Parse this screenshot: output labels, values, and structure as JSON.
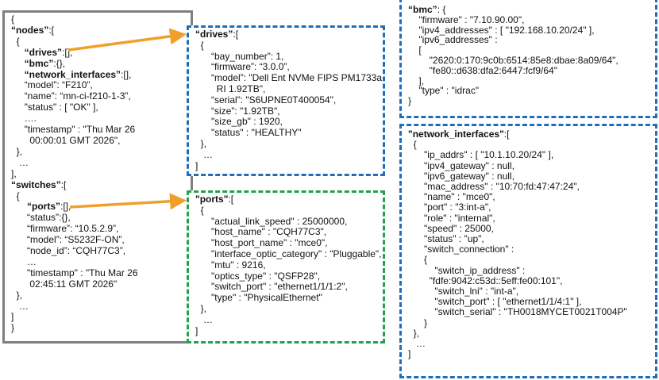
{
  "colors": {
    "arrow": "#f0a02a",
    "root_border": "#7f7f7f",
    "blue_border": "#1f6fb8",
    "green_border": "#22a24a"
  },
  "root": [
    {
      "pre": "",
      "key": "",
      "rest": "{"
    },
    {
      "pre": "",
      "key": "“nodes”",
      "rest": ":["
    },
    {
      "pre": "  ",
      "key": "",
      "rest": "{"
    },
    {
      "pre": "     ",
      "key": "“drives”",
      "rest": ":[],"
    },
    {
      "pre": "     ",
      "key": "“bmc”",
      "rest": ":{},"
    },
    {
      "pre": "     ",
      "key": "“network_interfaces”",
      "rest": ":[],"
    },
    {
      "pre": "     ",
      "key": "",
      "rest": "“model”: “F210”,"
    },
    {
      "pre": "     ",
      "key": "",
      "rest": "“name”: “mn-ci-f210-1-3”,"
    },
    {
      "pre": "     ",
      "key": "",
      "rest": "\"status\" : [ \"OK\" ],"
    },
    {
      "pre": "     ",
      "key": "",
      "rest": "…."
    },
    {
      "pre": "     ",
      "key": "",
      "rest": "\"timestamp\" : \"Thu Mar 26"
    },
    {
      "pre": "       ",
      "key": "",
      "rest": "00:00:01 GMT 2026\","
    },
    {
      "pre": "  ",
      "key": "",
      "rest": "},"
    },
    {
      "pre": "   ",
      "key": "",
      "rest": "…"
    },
    {
      "pre": "",
      "key": "",
      "rest": "],"
    },
    {
      "pre": "",
      "key": "“switches”",
      "rest": ":["
    },
    {
      "pre": "  ",
      "key": "",
      "rest": "{"
    },
    {
      "pre": "      ",
      "key": "“ports”",
      "rest": ":[],"
    },
    {
      "pre": "      ",
      "key": "",
      "rest": "“status”:{},"
    },
    {
      "pre": "      ",
      "key": "",
      "rest": "“firmware”: “10.5.2.9”,"
    },
    {
      "pre": "      ",
      "key": "",
      "rest": "“model”: “S5232F-ON”,"
    },
    {
      "pre": "      ",
      "key": "",
      "rest": "“node_id”: “CQH77C3”,"
    },
    {
      "pre": "      ",
      "key": "",
      "rest": "…"
    },
    {
      "pre": "      ",
      "key": "",
      "rest": "\"timestamp\" : \"Thu Mar 26"
    },
    {
      "pre": "       ",
      "key": "",
      "rest": "02:45:11 GMT 2026\""
    },
    {
      "pre": "  ",
      "key": "",
      "rest": "},"
    },
    {
      "pre": "   ",
      "key": "",
      "rest": "…"
    },
    {
      "pre": "",
      "key": "",
      "rest": "]"
    },
    {
      "pre": "",
      "key": "",
      "rest": "}"
    }
  ],
  "drives": [
    {
      "pre": "",
      "key": "“drives”",
      "rest": ":["
    },
    {
      "pre": "  ",
      "key": "",
      "rest": "{"
    },
    {
      "pre": "      ",
      "key": "",
      "rest": "“bay_number”: 1,"
    },
    {
      "pre": "      ",
      "key": "",
      "rest": "“firmware”: “3.0.0”,"
    },
    {
      "pre": "      ",
      "key": "",
      "rest": "“model”: \"Dell Ent NVMe FIPS PM1733a"
    },
    {
      "pre": "        ",
      "key": "",
      "rest": "RI 1.92TB\","
    },
    {
      "pre": "      ",
      "key": "",
      "rest": "“serial”: \"S6UPNE0T400054\","
    },
    {
      "pre": "      ",
      "key": "",
      "rest": "“size”: \"1.92TB\","
    },
    {
      "pre": "      ",
      "key": "",
      "rest": "\"size_gb\" : 1920,"
    },
    {
      "pre": "      ",
      "key": "",
      "rest": "\"status\" : \"HEALTHY\""
    },
    {
      "pre": "  ",
      "key": "",
      "rest": "},"
    },
    {
      "pre": "   ",
      "key": "",
      "rest": "…"
    },
    {
      "pre": "",
      "key": "",
      "rest": "]"
    }
  ],
  "ports": [
    {
      "pre": "",
      "key": "\"ports\"",
      "rest": ":["
    },
    {
      "pre": "  ",
      "key": "",
      "rest": "{"
    },
    {
      "pre": "      ",
      "key": "",
      "rest": "\"actual_link_speed\" : 25000000,"
    },
    {
      "pre": "      ",
      "key": "",
      "rest": "\"host_name\" : \"CQH77C3\","
    },
    {
      "pre": "      ",
      "key": "",
      "rest": "\"host_port_name\" : \"mce0\","
    },
    {
      "pre": "      ",
      "key": "",
      "rest": "\"interface_optic_category\" : \"Pluggable\","
    },
    {
      "pre": "      ",
      "key": "",
      "rest": "\"mtu\" : 9216,"
    },
    {
      "pre": "      ",
      "key": "",
      "rest": "\"optics_type\" : \"QSFP28\","
    },
    {
      "pre": "      ",
      "key": "",
      "rest": "\"switch_port\" : \"ethernet1/1/1:2\","
    },
    {
      "pre": "      ",
      "key": "",
      "rest": "\"type\" : \"PhysicalEthernet\""
    },
    {
      "pre": "  ",
      "key": "",
      "rest": "},"
    },
    {
      "pre": "   ",
      "key": "",
      "rest": "…"
    },
    {
      "pre": "",
      "key": "",
      "rest": "]"
    }
  ],
  "bmc": [
    {
      "pre": "",
      "key": "“bmc”",
      "rest": ": {"
    },
    {
      "pre": "    ",
      "key": "",
      "rest": "\"firmware\" : \"7.10.90.00\","
    },
    {
      "pre": "    ",
      "key": "",
      "rest": "\"ipv4_addresses\" : [ \"192.168.10.20/24\" ],"
    },
    {
      "pre": "    ",
      "key": "",
      "rest": "\"ipv6_addresses\" :"
    },
    {
      "pre": "    ",
      "key": "",
      "rest": "["
    },
    {
      "pre": "        ",
      "key": "",
      "rest": "\"2620:0:170:9c0b:6514:85e8:dbae:8a09/64\","
    },
    {
      "pre": "        ",
      "key": "",
      "rest": "\"fe80::d638:dfa2:6447:fcf9/64\""
    },
    {
      "pre": "    ",
      "key": "",
      "rest": "],"
    },
    {
      "pre": "    ",
      "key": "",
      "rest": "\"type\" : \"idrac\""
    },
    {
      "pre": "",
      "key": "",
      "rest": "}"
    }
  ],
  "network_interfaces": [
    {
      "pre": "",
      "key": "\"network_interfaces\"",
      "rest": ":["
    },
    {
      "pre": "  ",
      "key": "",
      "rest": "{"
    },
    {
      "pre": "      ",
      "key": "",
      "rest": "\"ip_addrs\" : [ \"10.1.10.20/24\" ],"
    },
    {
      "pre": "      ",
      "key": "",
      "rest": "\"ipv4_gateway\" : null,"
    },
    {
      "pre": "      ",
      "key": "",
      "rest": "\"ipv6_gateway\" : null,"
    },
    {
      "pre": "      ",
      "key": "",
      "rest": "\"mac_address\" : \"10:70:fd:47:47:24\","
    },
    {
      "pre": "      ",
      "key": "",
      "rest": "\"name\" : \"mce0\","
    },
    {
      "pre": "      ",
      "key": "",
      "rest": "\"port\" : \"3:int-a\","
    },
    {
      "pre": "      ",
      "key": "",
      "rest": "\"role\" : \"internal\","
    },
    {
      "pre": "      ",
      "key": "",
      "rest": "\"speed\" : 25000,"
    },
    {
      "pre": "      ",
      "key": "",
      "rest": "\"status\" : \"up\","
    },
    {
      "pre": "      ",
      "key": "",
      "rest": "\"switch_connection\" :"
    },
    {
      "pre": "      ",
      "key": "",
      "rest": "{"
    },
    {
      "pre": "          ",
      "key": "",
      "rest": "\"switch_ip_address\" :"
    },
    {
      "pre": "        ",
      "key": "",
      "rest": "\"fdfe:9042:c53d::5eff:fe00:101\","
    },
    {
      "pre": "          ",
      "key": "",
      "rest": "\"switch_lni\" : \"int-a\","
    },
    {
      "pre": "          ",
      "key": "",
      "rest": "\"switch_port\" : [ \"ethernet1/1/4:1\" ],"
    },
    {
      "pre": "          ",
      "key": "",
      "rest": "\"switch_serial\" : \"TH0018MYCET0021T004P\""
    },
    {
      "pre": "      ",
      "key": "",
      "rest": "}"
    },
    {
      "pre": "  ",
      "key": "",
      "rest": "},"
    },
    {
      "pre": "   ",
      "key": "",
      "rest": "…"
    },
    {
      "pre": "",
      "key": "",
      "rest": "]"
    }
  ]
}
